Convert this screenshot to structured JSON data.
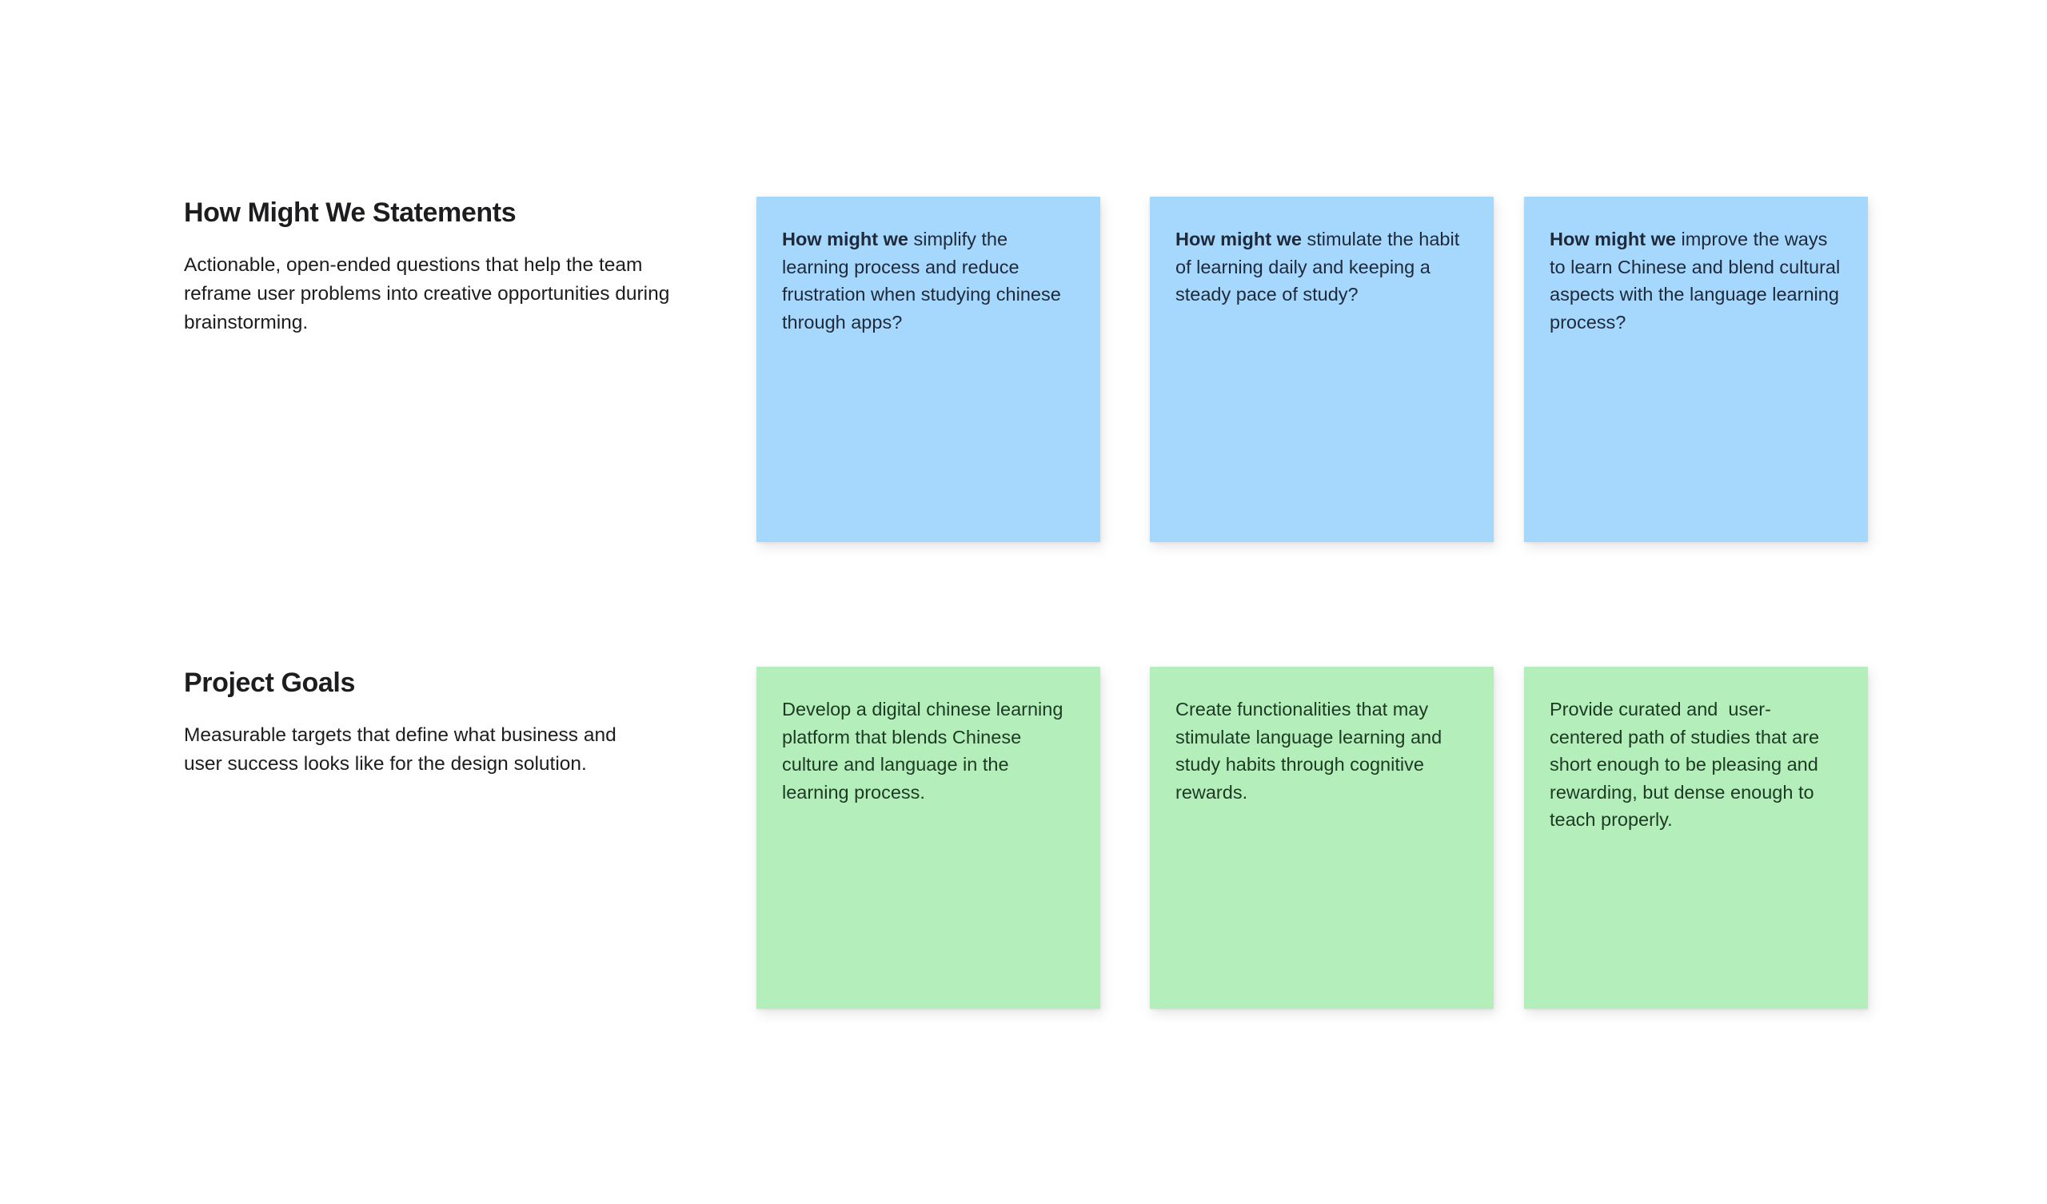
{
  "page": {
    "background_color": "#ffffff",
    "title": "How Might We Statements and Project Goals board"
  },
  "sections": [
    {
      "id": "how-might-we",
      "title": "How Might We Statements",
      "description": "Actionable, open-ended questions that help the team reframe user problems into creative opportunities during brainstorming.",
      "card_color": "#a6d7fd",
      "card_text_color": "#1e2939",
      "cards": [
        {
          "lead": "How might we",
          "rest": " simplify the learning process and reduce frustration when studying chinese through apps?"
        },
        {
          "lead": "How might we",
          "rest": " stimulate the habit of learning daily and keeping a steady pace of study?"
        },
        {
          "lead": "How might we",
          "rest": " improve the ways to learn Chinese and blend cultural aspects with the language learning process?"
        }
      ]
    },
    {
      "id": "project-goals",
      "title": "Project Goals",
      "description": "Measurable targets that define what business and user success looks like for the design solution.",
      "card_color": "#b4eebb",
      "card_text_color": "#1d3a23",
      "cards": [
        {
          "lead": "",
          "rest": "Develop a digital chinese learning platform that blends Chinese culture and language in the learning process."
        },
        {
          "lead": "",
          "rest": "Create functionalities that may stimulate language learning and study habits through cognitive rewards."
        },
        {
          "lead": "",
          "rest": "Provide curated and  user-centered path of studies that are short enough to be pleasing and rewarding, but dense enough to teach properly."
        }
      ]
    }
  ]
}
